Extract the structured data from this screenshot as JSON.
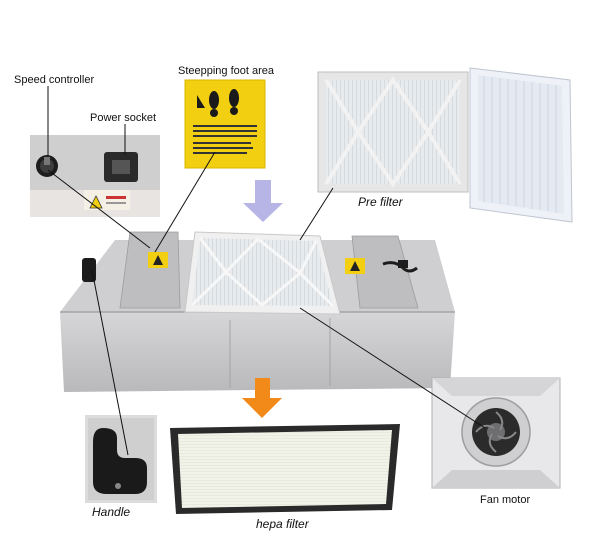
{
  "labels": {
    "speed_controller": "Speed controller",
    "power_socket": "Power socket",
    "stepping_area": "Steepping foot area",
    "pre_filter": "Pre filter",
    "fan_motor": "Fan motor",
    "handle": "Handle",
    "hepa_filter": "hepa filter"
  },
  "colors": {
    "arrow_in": "#b7b4e6",
    "arrow_out": "#f28a1a",
    "housing": "#c9c9cb",
    "caution": "#f2cf10"
  }
}
